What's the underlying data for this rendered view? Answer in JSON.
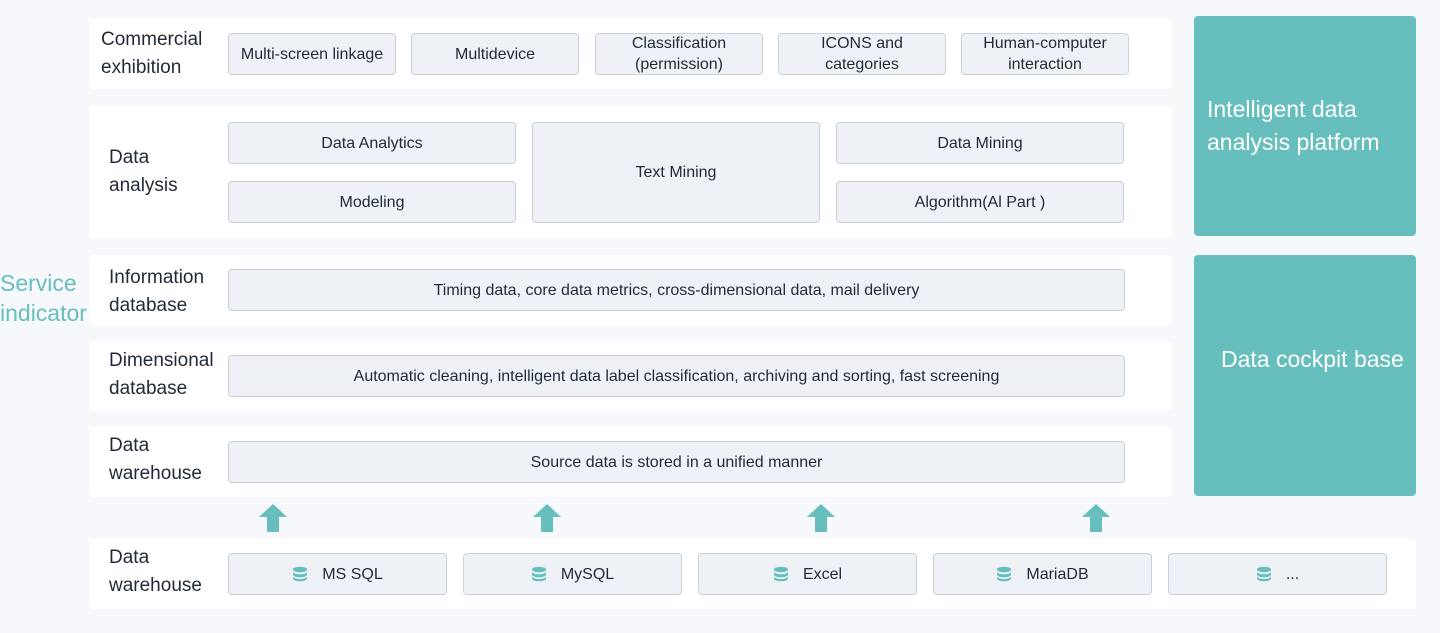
{
  "service_indicator": "Service indicator",
  "rows": {
    "commercial": {
      "label": "Commercial exhibition",
      "items": [
        "Multi-screen linkage",
        "Multidevice",
        "Classification (permission)",
        "ICONS and categories",
        "Human-computer interaction"
      ]
    },
    "analysis": {
      "label": "Data analysis",
      "data_analytics": "Data Analytics",
      "modeling": "Modeling",
      "text_mining": "Text Mining",
      "data_mining": "Data Mining",
      "algorithm": "Algorithm(Al Part )"
    },
    "information": {
      "label": "Information database",
      "text": "Timing data, core data metrics, cross-dimensional data, mail delivery"
    },
    "dimensional": {
      "label": "Dimensional database",
      "text": "Automatic cleaning, intelligent data label classification, archiving and sorting, fast screening"
    },
    "warehouse": {
      "label": "Data warehouse",
      "text": "Source data is stored in a unified manner"
    },
    "sources": {
      "label": "Data warehouse",
      "items": [
        "MS SQL",
        "MySQL",
        "Excel",
        "MariaDB",
        "..."
      ]
    }
  },
  "side": {
    "platform": "Intelligent data analysis platform",
    "cockpit": "Data cockpit base"
  },
  "colors": {
    "accent": "#66bfbd",
    "chip_bg": "#eef2f6",
    "chip_border": "#c9d1da"
  }
}
